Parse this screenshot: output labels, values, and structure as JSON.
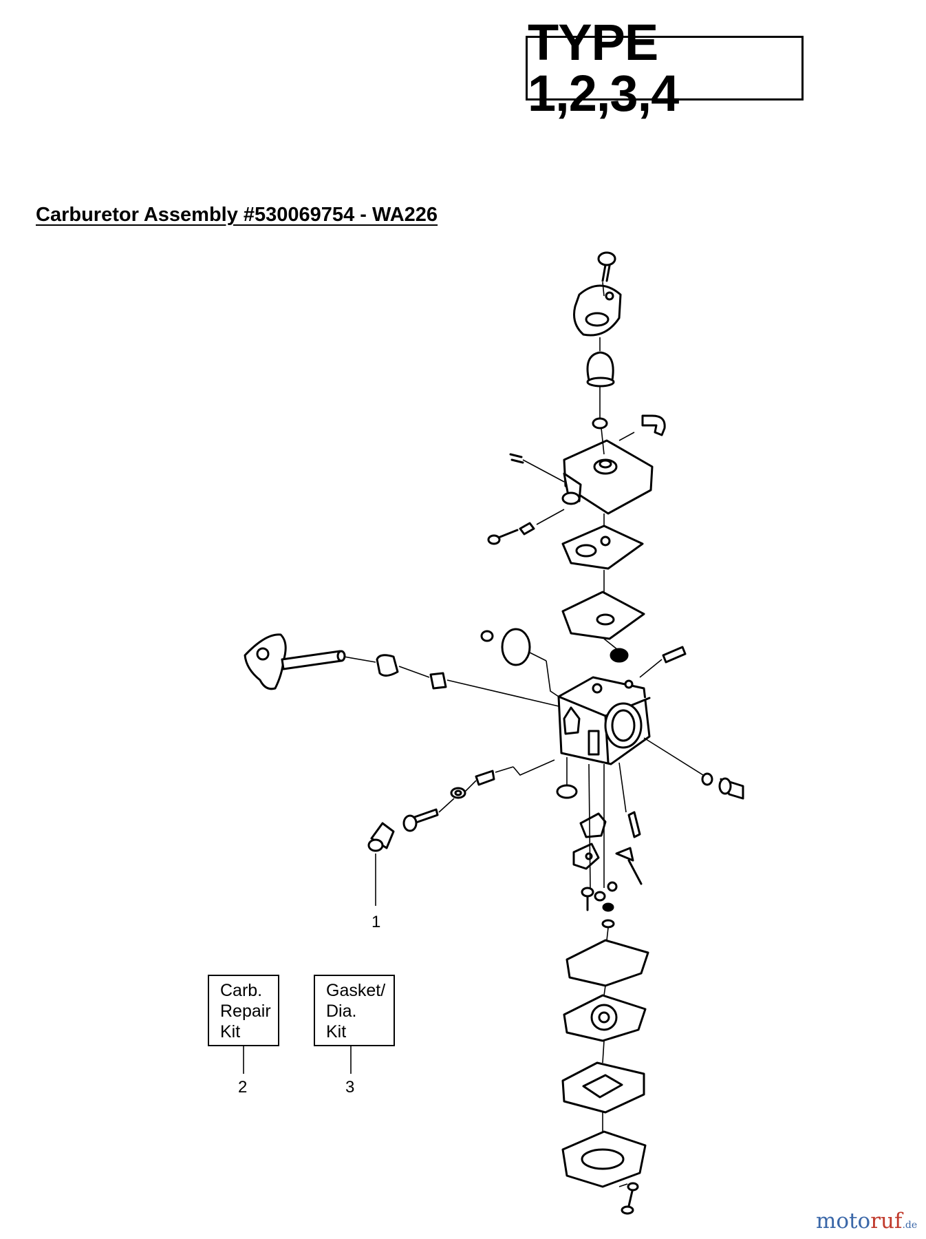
{
  "header": {
    "type_label": "TYPE 1,2,3,4"
  },
  "title": "Carburetor Assembly  #530069754 - WA226",
  "callouts": [
    {
      "number": "1"
    },
    {
      "number": "2",
      "kit_lines": [
        "Carb.",
        "Repair",
        "Kit"
      ]
    },
    {
      "number": "3",
      "kit_lines": [
        "Gasket/",
        "Dia.",
        "Kit"
      ]
    }
  ],
  "watermark": {
    "part1": "moto",
    "part2": "ruf",
    "suffix": ".de"
  }
}
